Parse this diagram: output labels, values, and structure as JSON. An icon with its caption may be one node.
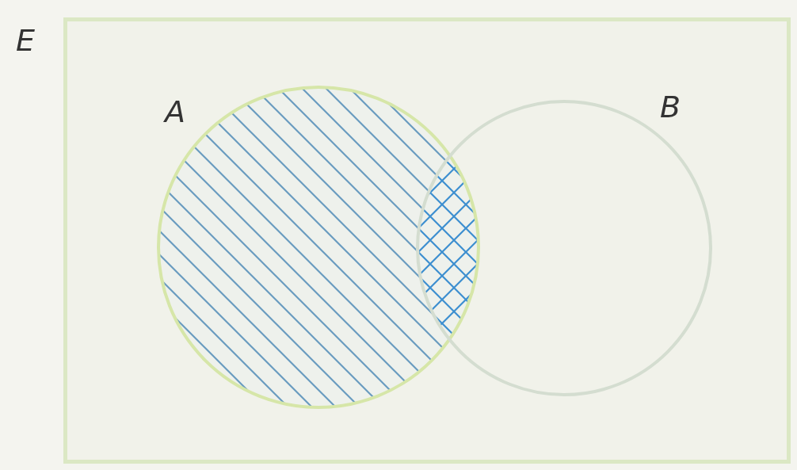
{
  "diagram": {
    "nodes": [
      {
        "text": [
          "E"
        ]
      },
      {
        "text": [
          "A"
        ],
        "in": 0
      },
      {
        "text": [
          "B"
        ],
        "in": 0
      }
    ],
    "edges": []
  }
}
